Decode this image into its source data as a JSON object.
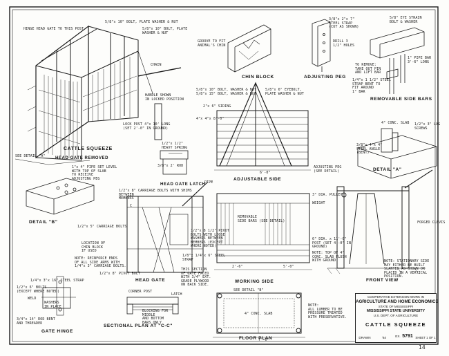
{
  "views": {
    "cattle_squeeze": "CATTLE SQUEEZE",
    "head_gate_removed": "HEAD GATE REMOVED",
    "chin_block": "CHIN BLOCK",
    "adjusting_peg": "ADJUSTING PEG",
    "removable_side_bars": "REMOVABLE SIDE BARS",
    "adjustable_side": "ADJUSTABLE SIDE",
    "detail_a": "DETAIL \"A\"",
    "detail_b": "DETAIL \"B\"",
    "head_gate_latch": "HEAD GATE LATCH",
    "head_gate": "HEAD GATE",
    "working_side": "WORKING SIDE",
    "front_view": "FRONT VIEW",
    "sectional_plan": "SECTIONAL PLAN AT \"C-C\"",
    "gate_hinge": "GATE HINGE",
    "floor_plan": "FLOOR PLAN"
  },
  "annotations": {
    "hinge_head_gate": "HINGE HEAD GATE TO THIS POST",
    "bolt_top": "5/8\"x 10\" BOLT, PLATE WASHER & NUT",
    "bolt_top2": "5/8\"x 10\" BOLT, PLATE\nWASHER & NUT",
    "chain": "CHAIN",
    "handle": "HANDLE SHOWN\nIN LOCKED POSITION",
    "lock_post": "LOCK POST 4\"x 10' LONG\n(SET 2'-0\" IN GROUND)",
    "see_detail_a": "SEE DETAIL \"A\"",
    "groove": "GROOVE TO FIT\nANIMAL'S CHIN",
    "steel_strap": "3/8\"x 2\"x 7\"\nSTEEL STRAP\n(CUT AS SHOWN)",
    "drill": "DRILL 3\n1/2\" HOLES",
    "eye_bolt": "5/8\" EYE STRAIN\nBOLT & WASHER",
    "take_out": "TO REMOVE:\nTAKE OUT PIN\nAND LIFT BAR",
    "pipe_bar": "1\" PIPE BAR\n3'-6\" LONG",
    "bent_strap": "1/4\"x 1 1/2\" STEEL\nSTRAP BENT TO\nFIT AROUND\n1\" BAR",
    "carriage_bolt_top": "5/8\"x 10\" BOLT, WASHER & NUT\n5/8\"x 15\" BOLT, WASHER & NUT",
    "eyebolt": "5/8\"x 6\" EYEBOLT,\nPLATE WASHER & NUT",
    "siding": "2\"x 6\" SIDING",
    "post_4x4": "4\"x 4\"x 8'-0\"",
    "adjusting_pegs": "ADJUSTING PEG\n(SEE DETAIL)",
    "conc_slab": "4\" CONC. SLAB",
    "steel_angle": "3/8\"x 4\"x 4\"\nSTEEL ANGLE\n(BENT)",
    "lag_screws": "1/2\"x 3\" LAG\nSCREWS",
    "pipe_set": "1\"x 4\" PIPE SET LEVEL\nWITH TOP OF SLAB\nTO RECEIVE\nADJUSTING PEG",
    "heavy_spring": "1/2\"x 1/2\"\nHEAVY SPRING",
    "rod": "3/8\"x 2' ROD",
    "carriage_bolts_hg": "1/2\"x 8\" CARRIAGE BOLTS WITH SHIMS\nBETWEEN\nMEMBERS",
    "carriage_bolts_side": "1/2\"x 5\" CARRIAGE BOLTS",
    "pivot_bolts": "1/2\"x 8 1/2\" PIVOT\nBOLTS WITH LOOSE\nWASHERS BETWEEN\nMEMBERS (EXCEPT\nWHERE NOTED)",
    "location_chin": "LOCATION OF\nCHIN BLOCK\nIF USED",
    "reinforce": "NOTE: REINFORCE ENDS\nOF ALL SIDE ARMS WITH\n1/4\"x 3\" CARRIAGE BOLTS.",
    "pivot_bolt": "1/2\"x 8\" PIVOT BOLT",
    "plywood": "THIS SECTION\nOF GATE FACED\nWITH 3/4\" EXT.\nGRADE PLYWOOD\nON BACK SIDE.",
    "steel_strap2": "1/8\"x 1/4\"x 6\" STEEL\nSTRAP",
    "corner_post": "CORNER POST",
    "latch": "LATCH",
    "blocking": "BLOCKING FOR\nMIDDLE\nAND BOTTOM\nBARS ONLY",
    "removable_bars": "REMOVABLE\nSIDE BARS (SEE DETAIL)",
    "weight": "WEIGHT",
    "pulley": "3\" DIA. PULLEY",
    "forged_clevis": "FORGED CLEVIS",
    "stationary_note": "NOTE: STATIONARY SIDE\nMAY EITHER BE BUILT\nSLANTED AS SHOWN OR\nPLACED IN A VERTICAL\nPOSITION.",
    "post_set": "6\" DIA. x 11'-0\"\nPOST (SET 4'-0\" IN\nGROUND)",
    "note_top": "NOTE: TOP OF 4\"\nCONC. SLAB FLUSH\nWITH GROUND",
    "weld": "WELD",
    "washers": "WASHERS\nIN PLACE",
    "bolts_hinge": "1/2\"x 6\" BOLTS\n(EXCEPT WHERE NOTED)",
    "rod_bent": "3/4\"x 14\" ROD BENT\nAND THREADED",
    "steel_strap_hinge": "1/4\"x 3\"x 16\" STEEL STRAP",
    "note_lumber": "NOTE:\nALL LUMBER TO BE\nPRESSURE TREATED\nWITH PRESERVATIVE.",
    "see_detail_b": "SEE DETAIL \"B\"",
    "conc_slab_floor": "4\" CONC. SLAB",
    "dim_2_6": "2'-6\"",
    "dim_5_0": "5'-0\"",
    "dim_6_0": "6'-0\"",
    "dim_7_0": "7'-0\"",
    "pipe": "PIPE",
    "section_cc": "C"
  },
  "title_block": {
    "line1": "COOPERATIVE EXTENSION WORK IN",
    "line2": "AGRICULTURE AND HOME ECONOMICS",
    "line3": "STATE OF MISSISSIPPI",
    "line4": "MISSISSIPPI STATE UNIVERSITY",
    "line5": "U.S. DEPT. OF AGRICULTURE",
    "drawing_title": "CATTLE SQUEEZE",
    "drawn": "DRAWN",
    "date": "'64",
    "ex_label": "EX.",
    "number": "5791",
    "sheet": "SHEET 1 OF 1"
  },
  "margin_mark": "14"
}
